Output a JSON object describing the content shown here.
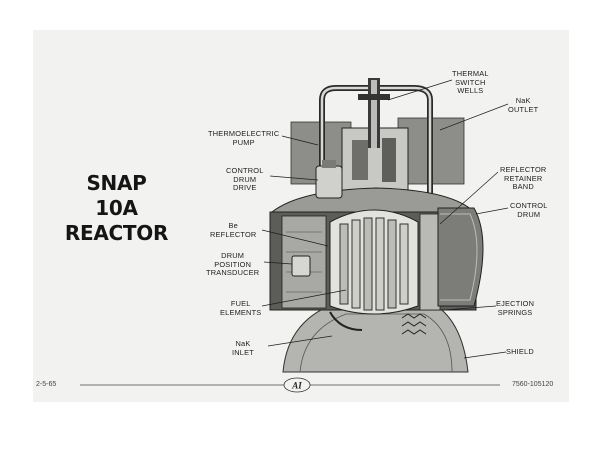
{
  "title": {
    "line1": "SNAP 10A",
    "line2": "REACTOR"
  },
  "labels": {
    "thermal_switch_wells": [
      "THERMAL",
      "SWITCH",
      "WELLS"
    ],
    "nak_outlet": [
      "NaK",
      "OUTLET"
    ],
    "thermoelectric_pump": [
      "THERMOELECTRIC",
      "PUMP"
    ],
    "control_drum_drive": [
      "CONTROL",
      "DRUM",
      "DRIVE"
    ],
    "reflector_retainer_band": [
      "REFLECTOR",
      "RETAINER",
      "BAND"
    ],
    "control_drum": [
      "CONTROL",
      "DRUM"
    ],
    "be_reflector": [
      "Be",
      "REFLECTOR"
    ],
    "drum_position_transducer": [
      "DRUM",
      "POSITION",
      "TRANSDUCER"
    ],
    "fuel_elements": [
      "FUEL",
      "ELEMENTS"
    ],
    "ejection_springs": [
      "EJECTION",
      "SPRINGS"
    ],
    "nak_inlet": [
      "NaK",
      "INLET"
    ],
    "shield": [
      "SHIELD"
    ]
  },
  "footer": {
    "date": "2-5-65",
    "ref": "7560-105120",
    "logo": "AI"
  }
}
